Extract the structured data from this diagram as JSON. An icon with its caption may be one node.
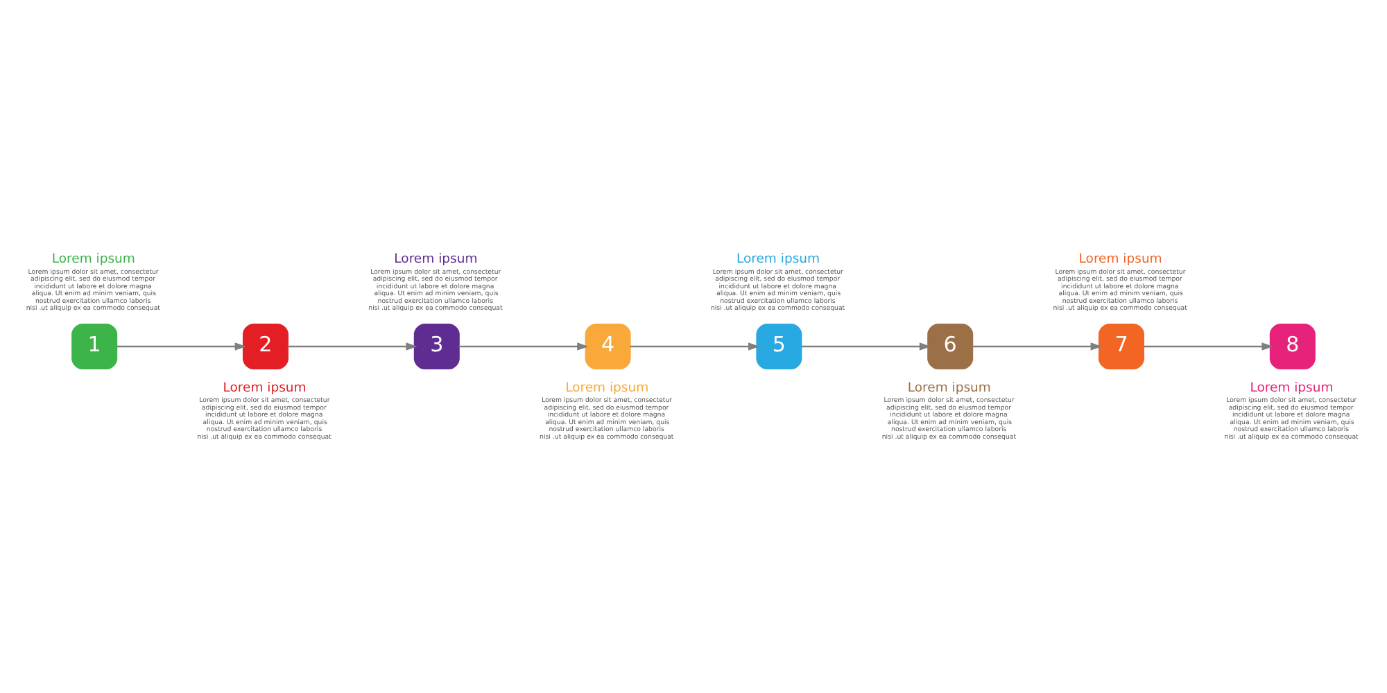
{
  "diagram": {
    "nodes": [
      {
        "text": [
          "1"
        ],
        "beside": [
          "Lorem ipsum",
          "Lorem ipsum dolor sit amet, consectetur adipiscing elit, sed do eiusmod tempor incididunt ut labore et dolore magna aliqua. Ut enim ad minim veniam, quis nostrud exercitation ullamco laboris nisi .ut aliquip ex ea commodo consequat"
        ]
      },
      {
        "text": [
          "2"
        ],
        "beside": [
          "Lorem ipsum",
          "Lorem ipsum dolor sit amet, consectetur adipiscing elit, sed do eiusmod tempor incididunt ut labore et dolore magna aliqua. Ut enim ad minim veniam, quis nostrud exercitation ullamco laboris nisi .ut aliquip ex ea commodo consequat"
        ]
      },
      {
        "text": [
          "3"
        ],
        "beside": [
          "Lorem ipsum",
          "Lorem ipsum dolor sit amet, consectetur adipiscing elit, sed do eiusmod tempor incididunt ut labore et dolore magna aliqua. Ut enim ad minim veniam, quis nostrud exercitation ullamco laboris nisi .ut aliquip ex ea commodo consequat"
        ]
      },
      {
        "text": [
          "4"
        ],
        "beside": [
          "Lorem ipsum",
          "Lorem ipsum dolor sit amet, consectetur adipiscing elit, sed do eiusmod tempor incididunt ut labore et dolore magna aliqua. Ut enim ad minim veniam, quis nostrud exercitation ullamco laboris nisi .ut aliquip ex ea commodo consequat"
        ]
      },
      {
        "text": [
          "5"
        ],
        "beside": [
          "Lorem ipsum",
          "Lorem ipsum dolor sit amet, consectetur adipiscing elit, sed do eiusmod tempor incididunt ut labore et dolore magna aliqua. Ut enim ad minim veniam, quis nostrud exercitation ullamco laboris nisi .ut aliquip ex ea commodo consequat"
        ]
      },
      {
        "text": [
          "6"
        ],
        "beside": [
          "Lorem ipsum",
          "Lorem ipsum dolor sit amet, consectetur adipiscing elit, sed do eiusmod tempor incididunt ut labore et dolore magna aliqua. Ut enim ad minim veniam, quis nostrud exercitation ullamco laboris nisi .ut aliquip ex ea commodo consequat"
        ]
      },
      {
        "text": [
          "7"
        ],
        "beside": [
          "Lorem ipsum",
          "Lorem ipsum dolor sit amet, consectetur adipiscing elit, sed do eiusmod tempor incididunt ut labore et dolore magna aliqua. Ut enim ad minim veniam, quis nostrud exercitation ullamco laboris nisi .ut aliquip ex ea commodo consequat"
        ]
      },
      {
        "text": [
          "8"
        ],
        "beside": [
          "Lorem ipsum",
          "Lorem ipsum dolor sit amet, consectetur adipiscing elit, sed do eiusmod tempor incididunt ut labore et dolore magna aliqua. Ut enim ad minim veniam, quis nostrud exercitation ullamco laboris nisi .ut aliquip ex ea commodo consequat"
        ]
      }
    ],
    "edges": [
      {
        "from": 0,
        "to": 1,
        "arrow": "to"
      },
      {
        "from": 1,
        "to": 2,
        "arrow": "to"
      },
      {
        "from": 2,
        "to": 3,
        "arrow": "to"
      },
      {
        "from": 3,
        "to": 4,
        "arrow": "to"
      },
      {
        "from": 4,
        "to": 5,
        "arrow": "to"
      },
      {
        "from": 5,
        "to": 6,
        "arrow": "to"
      },
      {
        "from": 6,
        "to": 7,
        "arrow": "to"
      }
    ]
  }
}
